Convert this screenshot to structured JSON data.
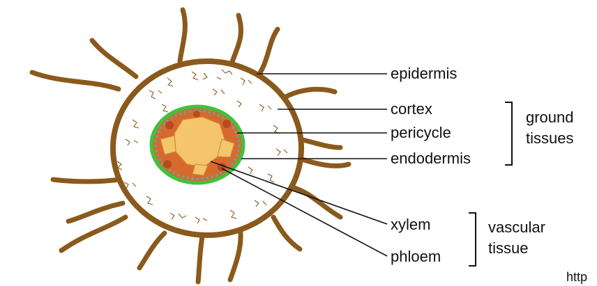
{
  "labels": {
    "epidermis": "epidermis",
    "cortex": "cortex",
    "pericycle": "pericycle",
    "endodermis": "endodermis",
    "xylem": "xylem",
    "phloem": "phloem"
  },
  "groups": {
    "ground_line1": "ground",
    "ground_line2": "tissues",
    "vascular_line1": "vascular",
    "vascular_line2": "tissue"
  },
  "watermark": "http",
  "colors": {
    "epidermis": "#8a5a1c",
    "cortex_fill": "#ffffff",
    "endodermis": "#3cc43c",
    "xylem": "#f4c56a",
    "phloem": "#d8692e",
    "pericycle_dots": "#5fa892"
  }
}
